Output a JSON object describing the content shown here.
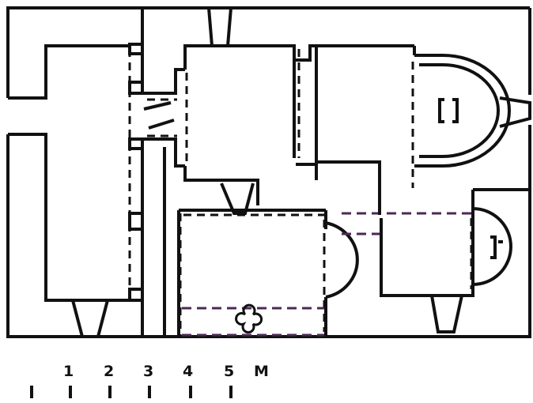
{
  "scale_bar": {
    "labels": [
      "1",
      "2",
      "3",
      "4",
      "5",
      "M"
    ]
  },
  "colors": {
    "ink": "#111111",
    "purple_line": "#4a2a55",
    "background": "#ffffff"
  }
}
